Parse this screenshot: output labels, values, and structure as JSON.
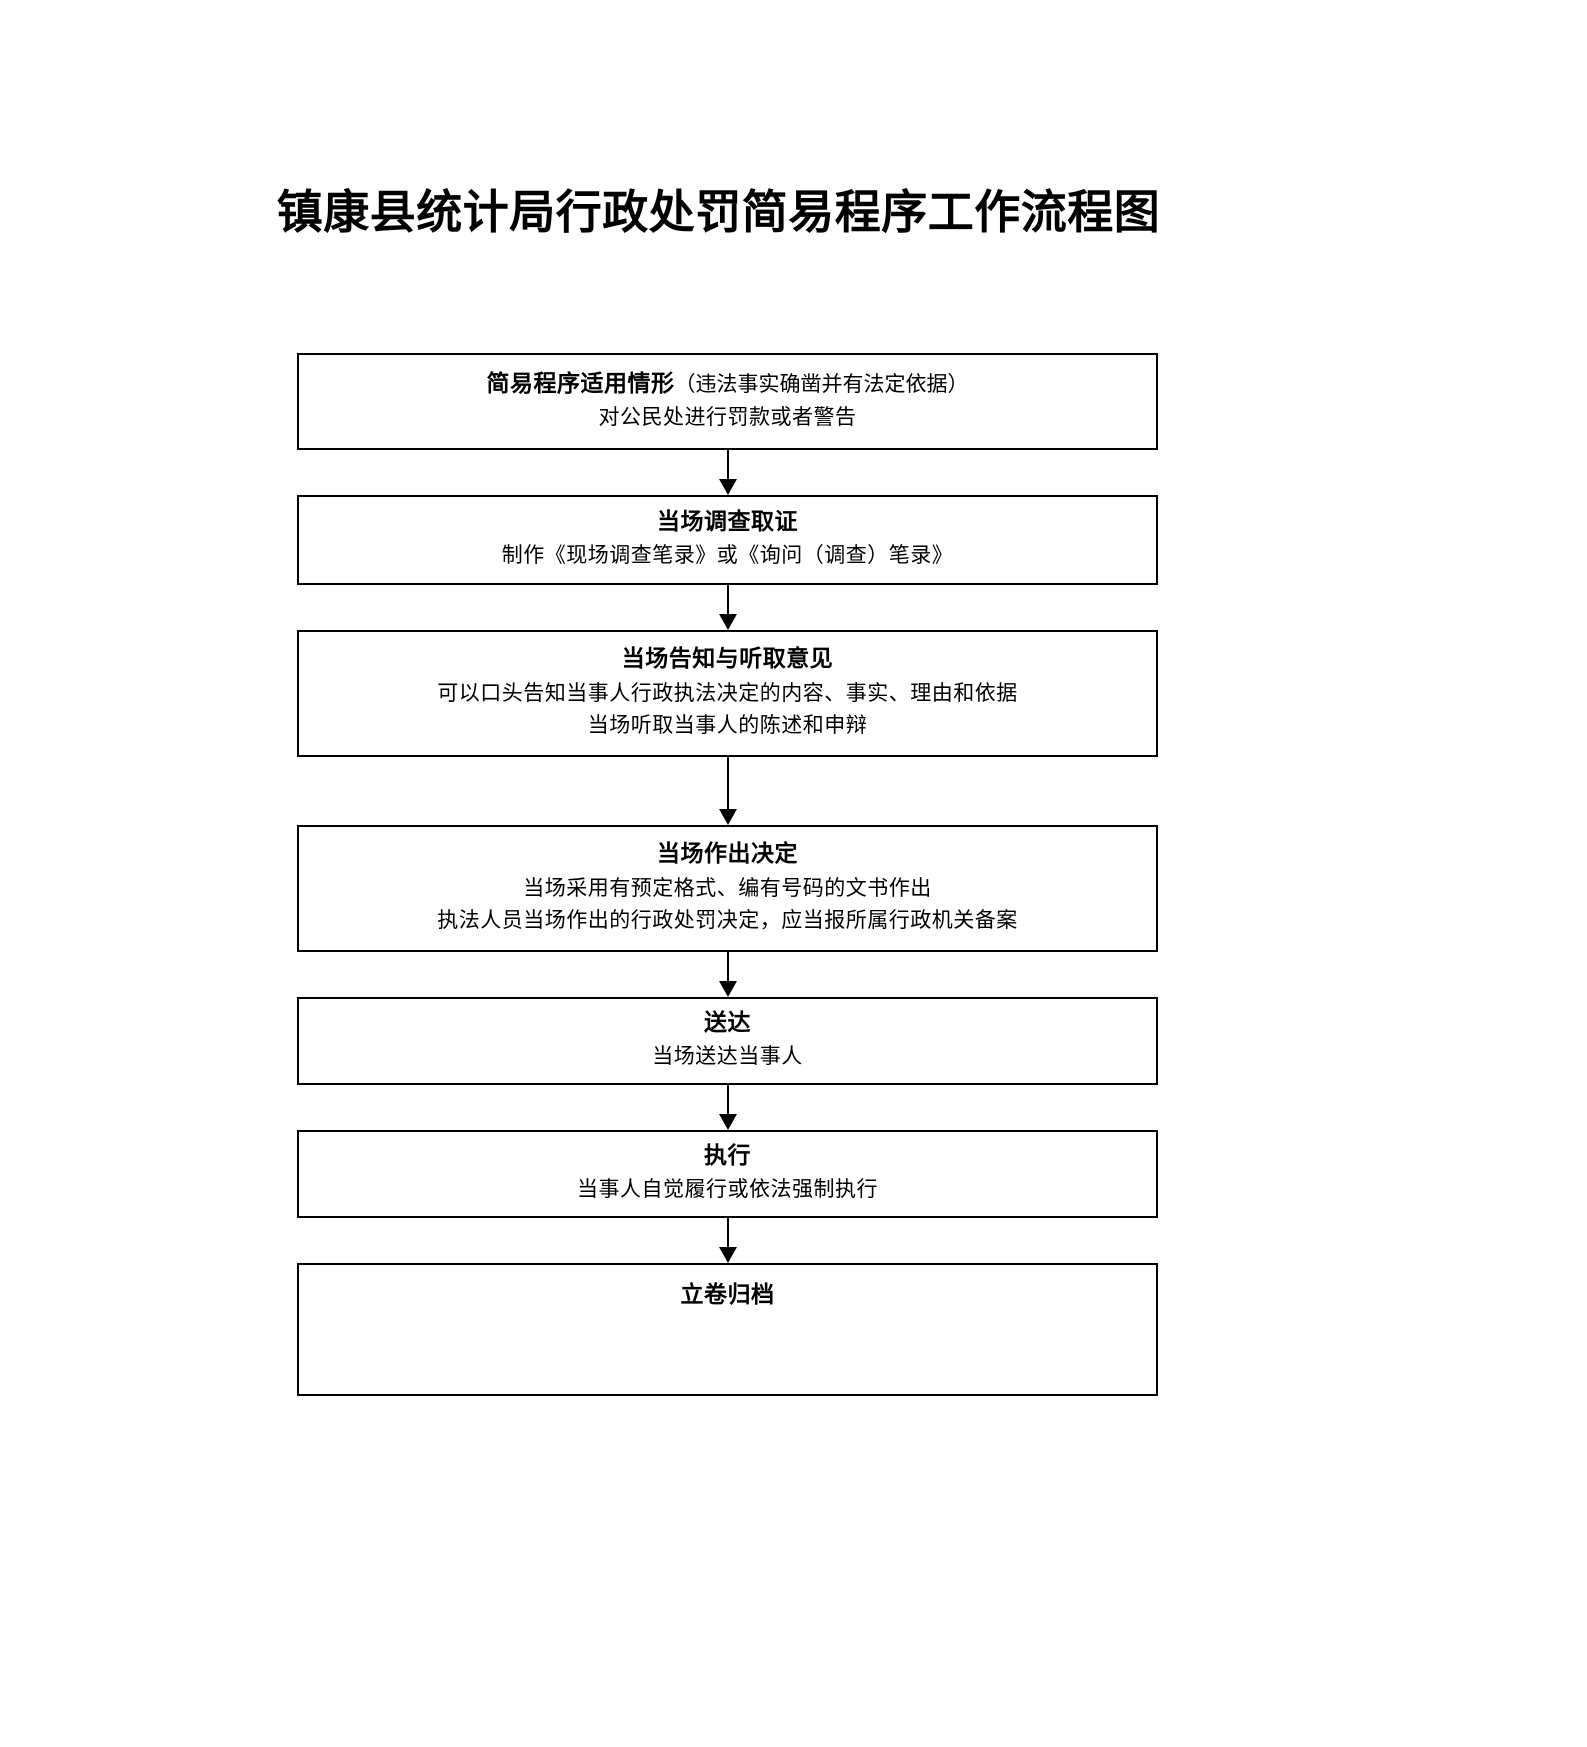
{
  "document": {
    "title": "镇康县统计局行政处罚简易程序工作流程图"
  },
  "flowchart": {
    "type": "flowchart",
    "orientation": "vertical",
    "connector_glyph": "↓",
    "nodes": [
      {
        "id": "node-1",
        "heading": "简易程序适用情形",
        "heading_paren": "（违法事实确凿并有法定依据）",
        "lines": [
          "对公民处进行罚款或者警告"
        ]
      },
      {
        "id": "node-2",
        "heading": "当场调查取证",
        "heading_paren": "",
        "lines": [
          "制作《现场调查笔录》或《询问（调查）笔录》"
        ]
      },
      {
        "id": "node-3",
        "heading": "当场告知与听取意见",
        "heading_paren": "",
        "lines": [
          "可以口头告知当事人行政执法决定的内容、事实、理由和依据",
          "当场听取当事人的陈述和申辩"
        ]
      },
      {
        "id": "node-4",
        "heading": "当场作出决定",
        "heading_paren": "",
        "lines": [
          "当场采用有预定格式、编有号码的文书作出",
          "执法人员当场作出的行政处罚决定，应当报所属行政机关备案"
        ]
      },
      {
        "id": "node-5",
        "heading": "送达",
        "heading_paren": "",
        "lines": [
          "当场送达当事人"
        ]
      },
      {
        "id": "node-6",
        "heading": "执行",
        "heading_paren": "",
        "lines": [
          "当事人自觉履行或依法强制执行"
        ]
      },
      {
        "id": "node-7",
        "heading": "立卷归档",
        "heading_paren": "",
        "lines": []
      }
    ]
  },
  "colors": {
    "background": "#ffffff",
    "text": "#000000",
    "border": "#000000"
  }
}
